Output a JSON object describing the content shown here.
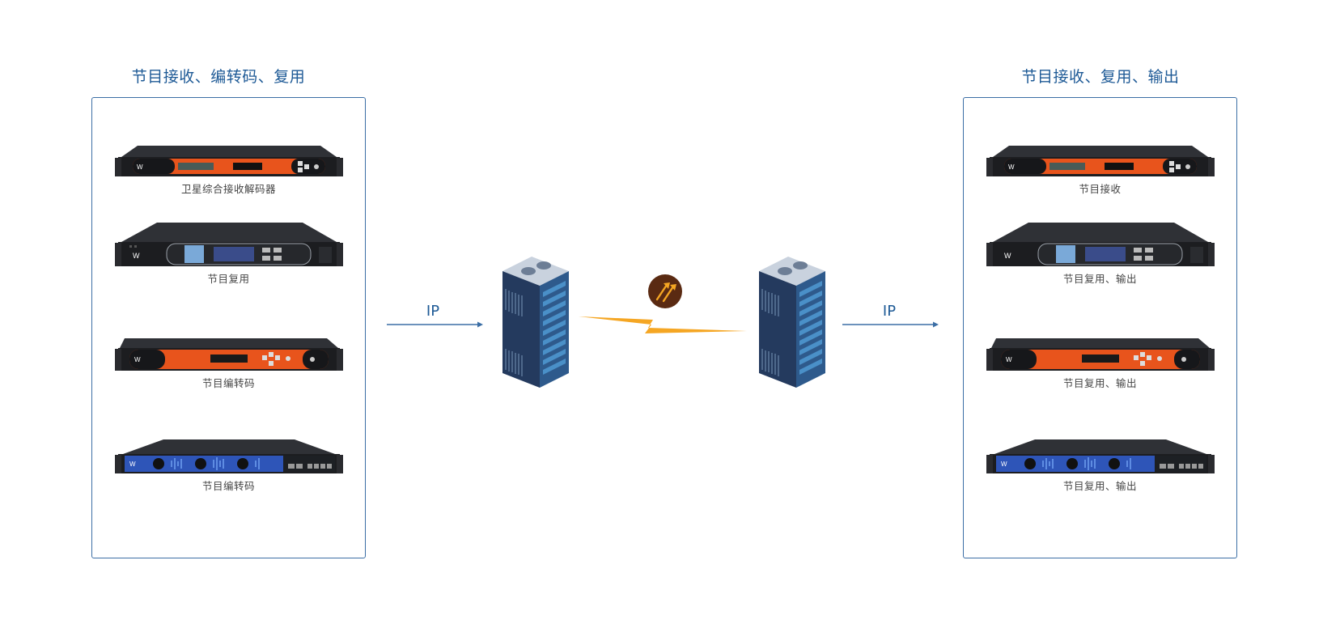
{
  "left_panel": {
    "title": "节目接收、编转码、复用",
    "devices": [
      {
        "caption": "卫星综合接收解码器",
        "style": "orange-1u"
      },
      {
        "caption": "节目复用",
        "style": "lcd-2u"
      },
      {
        "caption": "节目编转码",
        "style": "orange-mid"
      },
      {
        "caption": "节目编转码",
        "style": "blue-1u"
      }
    ]
  },
  "right_panel": {
    "title": "节目接收、复用、输出",
    "devices": [
      {
        "caption": "节目接收",
        "style": "orange-1u"
      },
      {
        "caption": "节目复用、输出",
        "style": "lcd-2u"
      },
      {
        "caption": "节目复用、输出",
        "style": "orange-mid"
      },
      {
        "caption": "节目复用、输出",
        "style": "blue-1u"
      }
    ]
  },
  "links": {
    "left_ip_label": "IP",
    "right_ip_label": "IP"
  },
  "colors": {
    "title_blue": "#1e5a96",
    "panel_border": "#3b6ea5",
    "device_orange": "#e8541c",
    "device_blue": "#2e55b8",
    "lightning": "#f5a623",
    "satellite_badge": "#5a2a12"
  },
  "icons": [
    "server-rack-icon",
    "lightning-link-icon",
    "satellite-signal-icon",
    "arrow-right-icon"
  ]
}
